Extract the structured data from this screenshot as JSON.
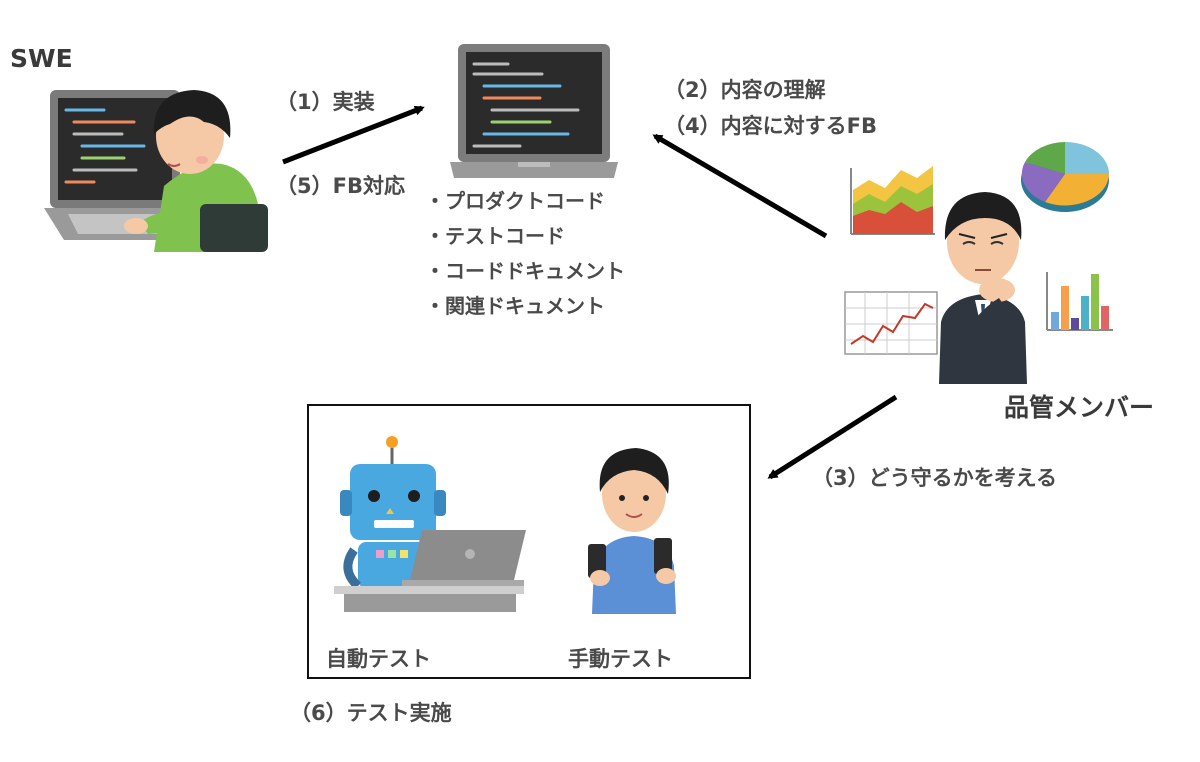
{
  "actors": {
    "swe": "SWE",
    "qa": "品管メンバー"
  },
  "steps": {
    "implement": "（1）実装",
    "fb_response": "（5）FB対応",
    "understand": "（2）内容の理解",
    "feedback": "（4）内容に対するFB",
    "protect": "（3）どう守るかを考える",
    "execute": "（6）テスト実施"
  },
  "deliverables": [
    "プロダクトコード",
    "テストコード",
    "コードドキュメント",
    "関連ドキュメント"
  ],
  "tests": {
    "auto": "自動テスト",
    "manual": "手動テスト"
  },
  "colors": {
    "arrow": "#000000",
    "shirt_green": "#7fc24e",
    "robot_blue": "#4aa8e0",
    "laptop_gray": "#8c8c8c",
    "suit_dark": "#2f3640"
  }
}
